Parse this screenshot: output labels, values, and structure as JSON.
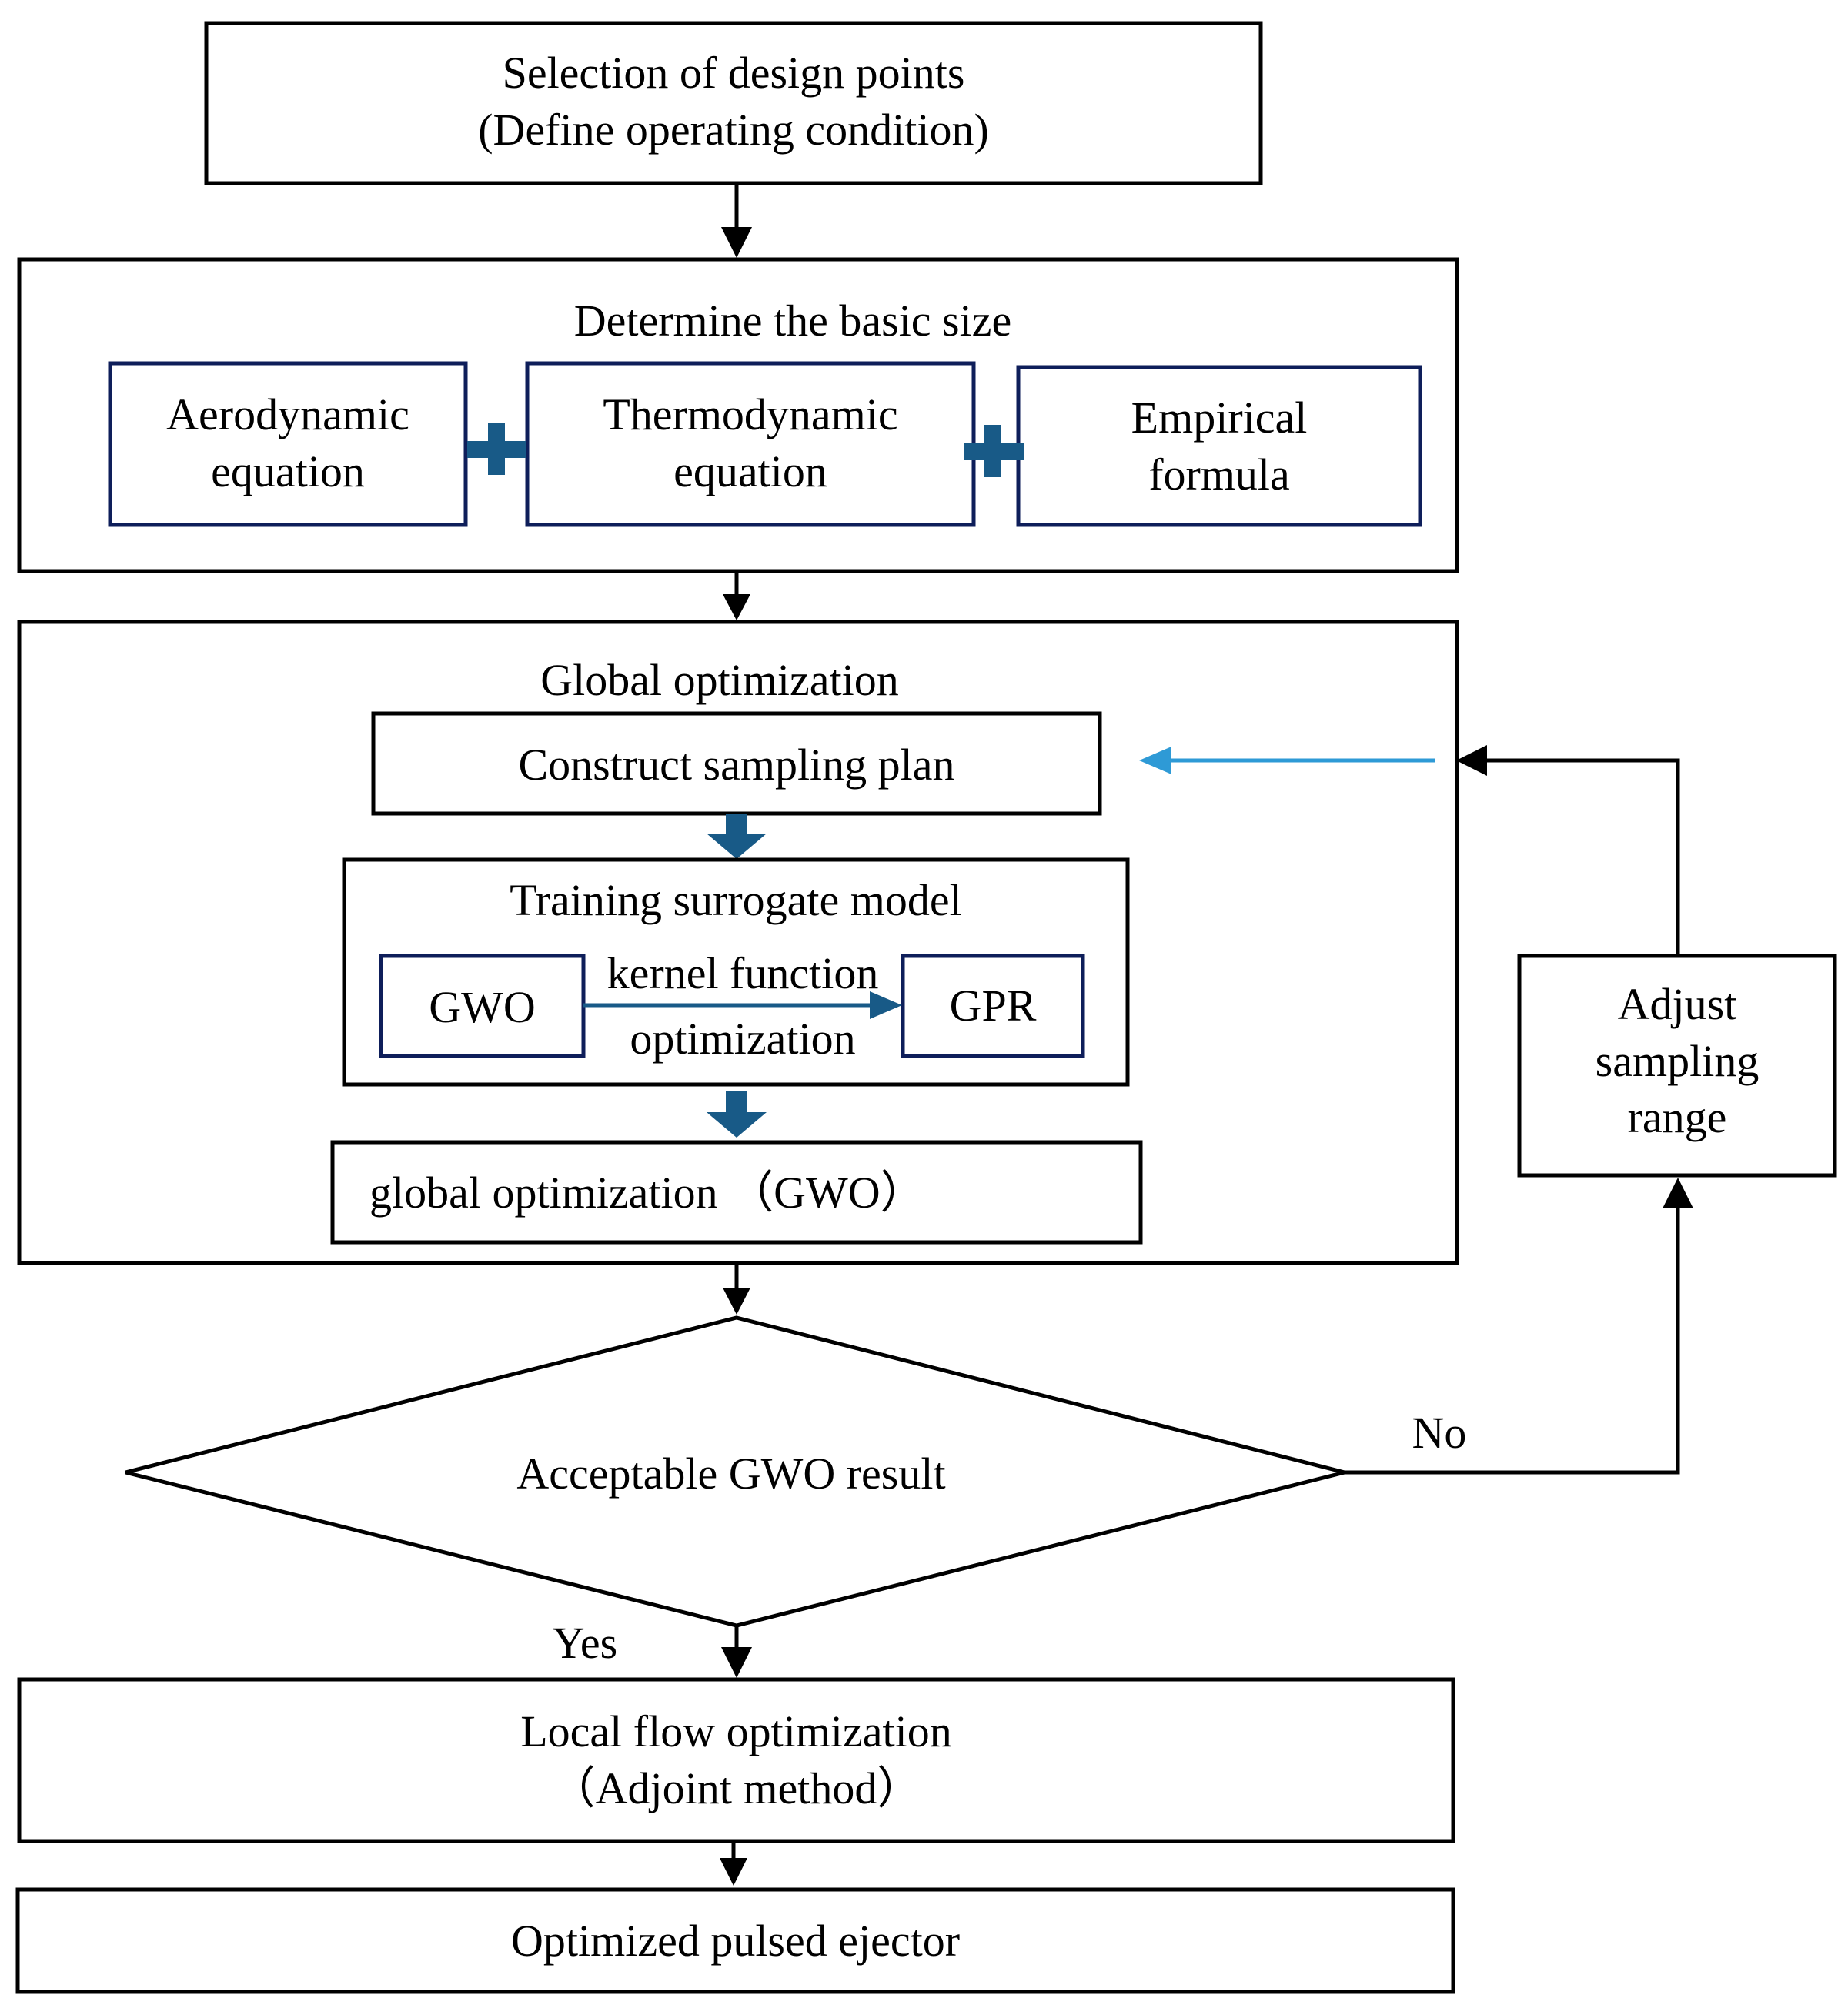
{
  "step1": {
    "line1": "Selection  of design  points",
    "line2": "(Define  operating condition)"
  },
  "basic_size": {
    "title": "Determine  the basic  size",
    "aero": {
      "line1": "Aerodynamic",
      "line2": "equation"
    },
    "thermo": {
      "line1": "Thermodynamic",
      "line2": "equation"
    },
    "empirical": {
      "line1": "Empirical",
      "line2": "formula"
    }
  },
  "global_opt": {
    "title": "Global  optimization",
    "sampling_plan": "Construct sampling  plan",
    "training": {
      "title": "Training  surrogate  model",
      "gwo": "GWO",
      "gpr": "GPR",
      "arrow_top": "kernel  function",
      "arrow_bottom": "optimization"
    },
    "gwo_step": "global  optimization  （GWO）"
  },
  "adjust": {
    "line1": "Adjust",
    "line2": "sampling",
    "line3": "range"
  },
  "decision": {
    "label": "Acceptable GWO  result",
    "no": "No",
    "yes": "Yes"
  },
  "local_opt": {
    "line1": "Local  flow  optimization",
    "line2": "（Adjoint  method）"
  },
  "final": "Optimized pulsed ejector",
  "colors": {
    "navy": "#0E1E5A",
    "plus": "#185A87",
    "blue_arrow": "#2E9AD6",
    "outline": "#000000"
  }
}
